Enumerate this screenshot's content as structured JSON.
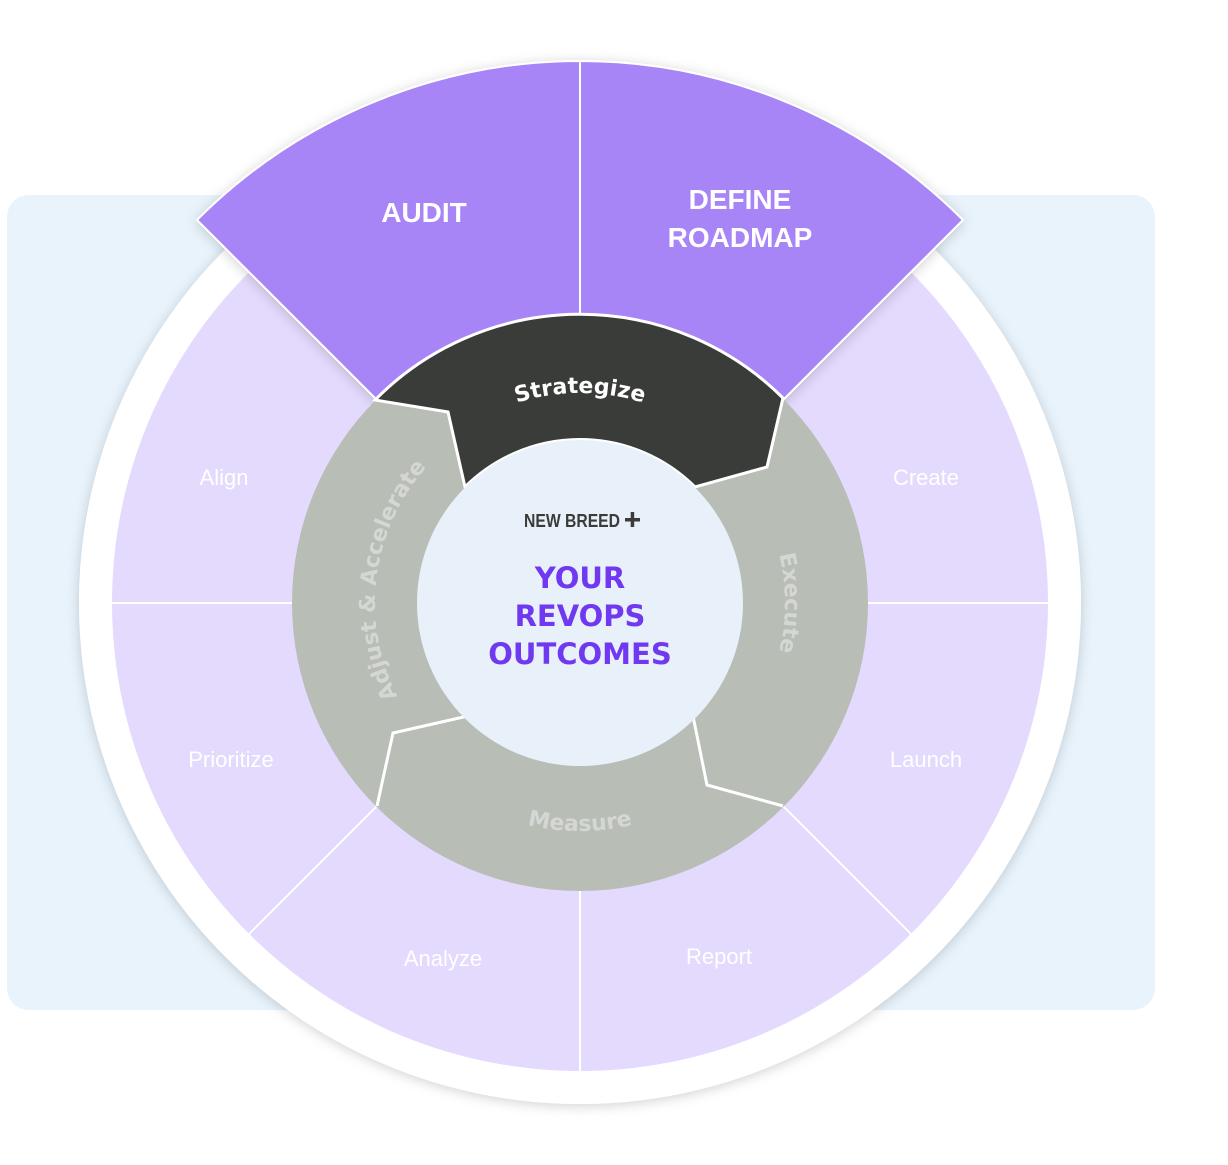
{
  "brand": "NEW BREED",
  "center": {
    "line1": "YOUR",
    "line2": "REVOPS",
    "line3": "OUTCOMES"
  },
  "phases": {
    "strategize": "Strategize",
    "execute": "Execute",
    "measure": "Measure",
    "adjust": "Adjust & Accelerate"
  },
  "highlighted": {
    "audit": "AUDIT",
    "define_line1": "DEFINE",
    "define_line2": "ROADMAP"
  },
  "segments": {
    "create": "Create",
    "launch": "Launch",
    "report": "Report",
    "analyze": "Analyze",
    "prioritize": "Prioritize",
    "align": "Align"
  },
  "colors": {
    "highlight": "#a885f6",
    "segment": "#e4dafd",
    "dark": "#3a3c39",
    "ring": "#b8bdb6",
    "center": "#e8f1fa",
    "accent": "#7038f0"
  }
}
